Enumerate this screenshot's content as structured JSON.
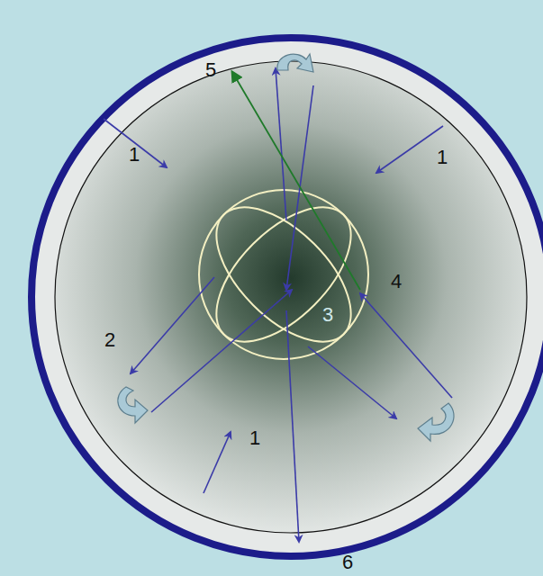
{
  "diagram": {
    "labels": [
      "5",
      "1",
      "1",
      "2",
      "4",
      "3",
      "1",
      "6"
    ]
  }
}
